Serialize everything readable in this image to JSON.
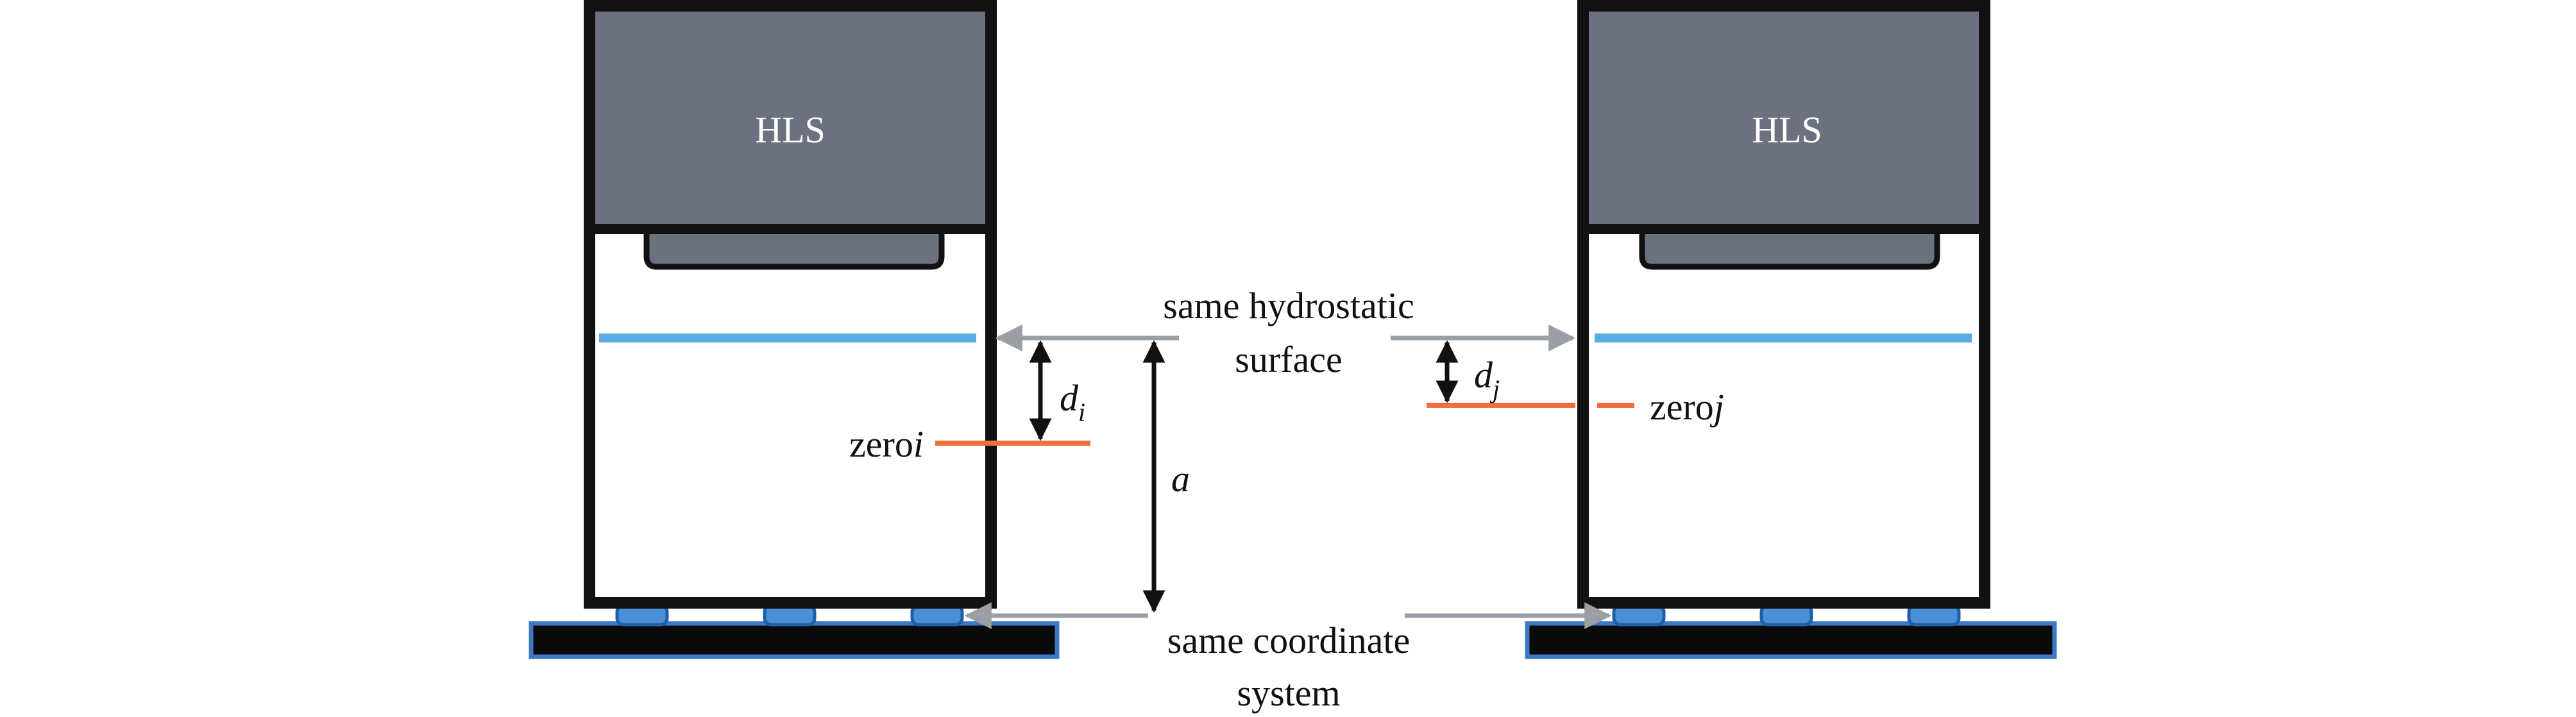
{
  "sensors": [
    {
      "id": "left",
      "box_label": "HLS",
      "distance_symbol": "d",
      "distance_subscript": "i",
      "zero_word": "zero",
      "zero_index": "i"
    },
    {
      "id": "right",
      "box_label": "HLS",
      "distance_symbol": "d",
      "distance_subscript": "j",
      "zero_word": "zero",
      "zero_index": "j"
    }
  ],
  "center": {
    "hydrostatic_line1": "same hydrostatic",
    "hydrostatic_line2": "surface",
    "height_symbol": "a",
    "coordinate_line1": "same coordinate",
    "coordinate_line2": "system"
  },
  "colors": {
    "frame": "#111111",
    "hls_block": "#6c717f",
    "water_surface": "#5aabe0",
    "zero_mark": "#f06e3f",
    "grey_arrow": "#9a9fa6",
    "pad": "#4a90d9",
    "pad_border": "#1f5fa8",
    "base_fill": "#0a0a0a",
    "base_border": "#3d78c4",
    "black_arrow": "#111111"
  }
}
